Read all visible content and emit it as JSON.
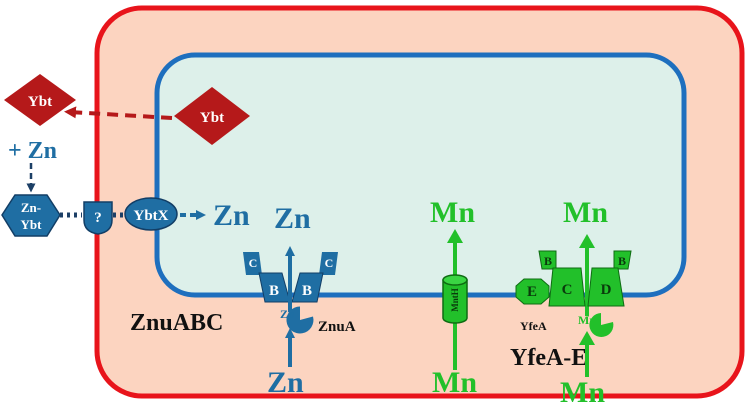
{
  "colors": {
    "outer_fill": "#FCD4C0",
    "outer_stroke": "#E8141B",
    "inner_fill": "#DDF0EA",
    "inner_stroke": "#1E6FBE",
    "zinc": "#1F6EA3",
    "manganese": "#22C02A",
    "ybt": "#B5191A",
    "black": "#111111"
  },
  "icons": {
    "ybt_molecule": "diamond",
    "zn_ybt_complex": "hexagon",
    "unknown_transporter": "shield",
    "ybtx_transporter": "ellipse",
    "znua_binding_protein": "pacman",
    "mntH_channel": "cylinder"
  },
  "ybt": {
    "inner": "Ybt",
    "outer": "Ybt"
  },
  "zinc_pathway": {
    "plus_zn": "+ Zn",
    "complex_line1": "Zn-",
    "complex_line2": "Ybt",
    "unknown": "?",
    "ybtx": "YbtX",
    "zn_released": "Zn"
  },
  "znu": {
    "system_label": "ZnuABC",
    "c_left": "C",
    "c_right": "C",
    "b_left": "B",
    "b_right": "B",
    "bound_zn": "Zn",
    "znua": "ZnuA",
    "zn_inside": "Zn",
    "zn_outside": "Zn"
  },
  "mnth": {
    "channel": "MntH",
    "mn_inside": "Mn",
    "mn_outside": "Mn"
  },
  "yfe": {
    "system_label": "YfeA-E",
    "e": "E",
    "c": "C",
    "d": "D",
    "b_left": "B",
    "b_right": "B",
    "yfea": "YfeA",
    "bound_mn": "Mn",
    "mn_inside": "Mn",
    "mn_outside": "Mn"
  }
}
